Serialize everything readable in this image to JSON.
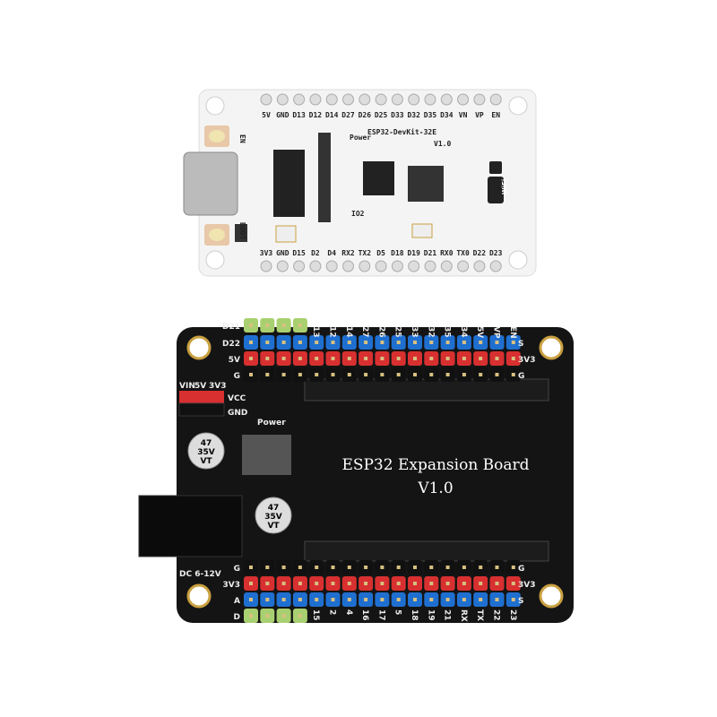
{
  "devkit": {
    "title": "ESP32-DevKit-32E",
    "version": "V1.0",
    "power_label": "Power",
    "io2_label": "IO2",
    "en_label": "EN",
    "boot_label": "BOOT",
    "wifi_label": "WiFi",
    "top_pins": [
      "5V",
      "GND",
      "D13",
      "D12",
      "D14",
      "D27",
      "D26",
      "D25",
      "D33",
      "D32",
      "D35",
      "D34",
      "VN",
      "VP",
      "EN"
    ],
    "bottom_pins": [
      "3V3",
      "GND",
      "D15",
      "D2",
      "D4",
      "RX2",
      "TX2",
      "D5",
      "D18",
      "D19",
      "D21",
      "RX0",
      "TX0",
      "D22",
      "D23"
    ]
  },
  "expansion": {
    "title": "ESP32 Expansion Board",
    "version": "V1.0",
    "power_label": "Power",
    "dc_label": "DC 6-12V",
    "cap_label": [
      "47",
      "35V",
      "VT"
    ],
    "power_header": [
      "VIN",
      "5V",
      "3V3"
    ],
    "vcc_label": "VCC",
    "gnd_label": "GND",
    "top_rows_left": [
      "D21",
      "D22",
      "5V",
      "G"
    ],
    "top_rows_right": [
      "S",
      "3V3",
      "G"
    ],
    "top_pin_labels": [
      "13",
      "12",
      "14",
      "27",
      "26",
      "25",
      "33",
      "32",
      "35",
      "34",
      "5V",
      "VP",
      "EN"
    ],
    "bottom_rows_left": [
      "G",
      "3V3",
      "A",
      "D"
    ],
    "bottom_rows_right": [
      "G",
      "3V3",
      "S"
    ],
    "bottom_pin_labels": [
      "15",
      "2",
      "4",
      "16",
      "17",
      "5",
      "18",
      "19",
      "21",
      "RX",
      "TX",
      "22",
      "23"
    ],
    "colors": {
      "signal": "#1f6fd0",
      "power": "#d83030",
      "i2c": "#a8d070",
      "ground": "#111111",
      "board": "#141414"
    }
  }
}
